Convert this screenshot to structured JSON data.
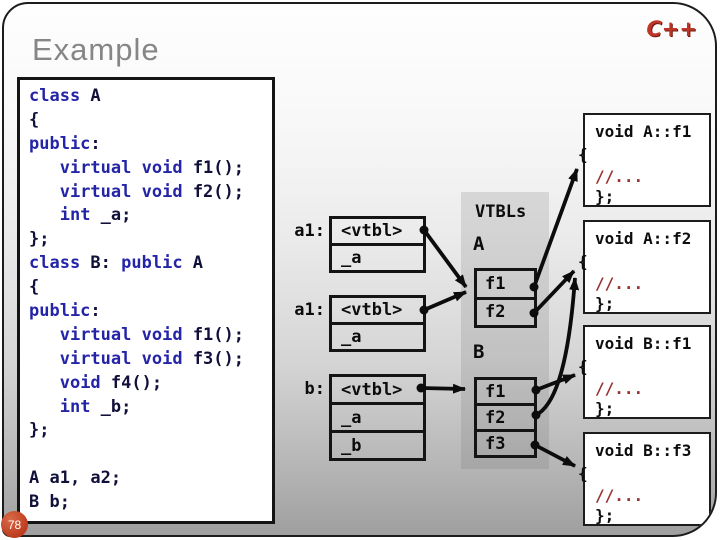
{
  "slide": {
    "title": "Example",
    "logo": "C++",
    "page_number": "78"
  },
  "code_panel": {
    "lines": [
      "class A",
      "{",
      "public:",
      "   virtual void f1();",
      "   virtual void f2();",
      "   int _a;",
      "};",
      "class B: public A",
      "{",
      "public:",
      "   virtual void f1();",
      "   virtual void f3();",
      "   void f4();",
      "   int _b;",
      "};",
      "",
      "A a1, a2;",
      "B b;"
    ]
  },
  "diagram": {
    "objects": [
      {
        "label": "a1:",
        "cells": [
          "<vtbl>",
          "_a"
        ]
      },
      {
        "label": "a1:",
        "cells": [
          "<vtbl>",
          "_a"
        ]
      },
      {
        "label": "b:",
        "cells": [
          "<vtbl>",
          "_a",
          "_b"
        ]
      }
    ],
    "vtbl_panel": {
      "title": "VTBLs",
      "tables": [
        {
          "class_label": "A",
          "entries": [
            "f1",
            "f2"
          ]
        },
        {
          "class_label": "B",
          "entries": [
            "f1",
            "f2",
            "f3"
          ]
        }
      ]
    },
    "functions": [
      {
        "signature": "void A::f1",
        "open_brace": "{",
        "body": "//...",
        "close": "};"
      },
      {
        "signature": "void A::f2",
        "open_brace": "{",
        "body": "//...",
        "close": "};"
      },
      {
        "signature": "void B::f1",
        "open_brace": "{",
        "body": "//...",
        "close": "};"
      },
      {
        "signature": "void B::f3",
        "open_brace": "{",
        "body": "//...",
        "close": "};"
      }
    ]
  },
  "colors": {
    "title_gray": "#868686",
    "logo_red": "#bf3527",
    "keyword_blue": "#2424a8",
    "code_text": "#10103a",
    "comment_red": "#993333",
    "badge_orange": "#bc3c1e"
  }
}
